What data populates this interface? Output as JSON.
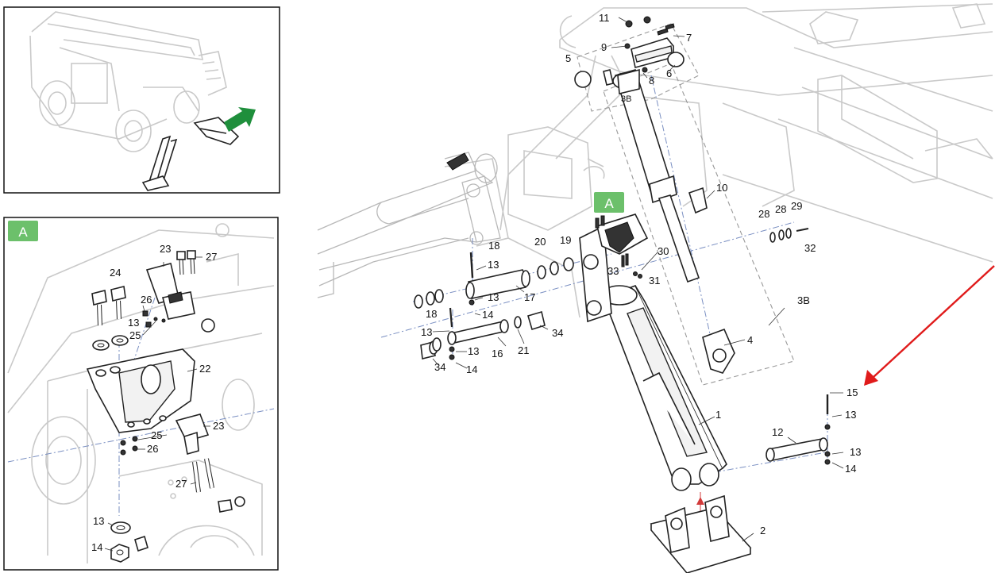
{
  "inset_badge": "A",
  "callout_badge": "A",
  "colors": {
    "badge": "#6cc06b",
    "green_arrow": "#1f8f3c",
    "red_arrow": "#e01b1b",
    "red_center": "#d23a3a"
  },
  "detail_labels": [
    {
      "id": "d23a",
      "text": "23"
    },
    {
      "id": "d27a",
      "text": "27"
    },
    {
      "id": "d24",
      "text": "24"
    },
    {
      "id": "d26a",
      "text": "26"
    },
    {
      "id": "d13a",
      "text": "13"
    },
    {
      "id": "d25a",
      "text": "25"
    },
    {
      "id": "d22",
      "text": "22"
    },
    {
      "id": "d23b",
      "text": "23"
    },
    {
      "id": "d25b",
      "text": "25"
    },
    {
      "id": "d26b",
      "text": "26"
    },
    {
      "id": "d27b",
      "text": "27"
    },
    {
      "id": "d13b",
      "text": "13"
    },
    {
      "id": "d14",
      "text": "14"
    }
  ],
  "main_labels": [
    {
      "id": "m11",
      "text": "11"
    },
    {
      "id": "m7",
      "text": "7"
    },
    {
      "id": "m9",
      "text": "9"
    },
    {
      "id": "m5",
      "text": "5"
    },
    {
      "id": "m8",
      "text": "8"
    },
    {
      "id": "m6",
      "text": "6"
    },
    {
      "id": "m3b",
      "text": "3B"
    },
    {
      "id": "m10",
      "text": "10"
    },
    {
      "id": "m28a",
      "text": "28"
    },
    {
      "id": "m28b",
      "text": "28"
    },
    {
      "id": "m29",
      "text": "29"
    },
    {
      "id": "m32",
      "text": "32"
    },
    {
      "id": "m18a",
      "text": "18"
    },
    {
      "id": "m20",
      "text": "20"
    },
    {
      "id": "m19",
      "text": "19"
    },
    {
      "id": "m30",
      "text": "30"
    },
    {
      "id": "m13a",
      "text": "13"
    },
    {
      "id": "m33",
      "text": "33"
    },
    {
      "id": "m31",
      "text": "31"
    },
    {
      "id": "m13b",
      "text": "13"
    },
    {
      "id": "m17",
      "text": "17"
    },
    {
      "id": "m3bb",
      "text": "3B"
    },
    {
      "id": "m18b",
      "text": "18"
    },
    {
      "id": "m14a",
      "text": "14"
    },
    {
      "id": "m13c",
      "text": "13"
    },
    {
      "id": "m34a",
      "text": "34"
    },
    {
      "id": "m13d",
      "text": "13"
    },
    {
      "id": "m16",
      "text": "16"
    },
    {
      "id": "m21",
      "text": "21"
    },
    {
      "id": "m4",
      "text": "4"
    },
    {
      "id": "m34b",
      "text": "34"
    },
    {
      "id": "m14b",
      "text": "14"
    },
    {
      "id": "m15",
      "text": "15"
    },
    {
      "id": "m1",
      "text": "1"
    },
    {
      "id": "m13e",
      "text": "13"
    },
    {
      "id": "m12",
      "text": "12"
    },
    {
      "id": "m13f",
      "text": "13"
    },
    {
      "id": "m14c",
      "text": "14"
    },
    {
      "id": "m2",
      "text": "2"
    }
  ]
}
